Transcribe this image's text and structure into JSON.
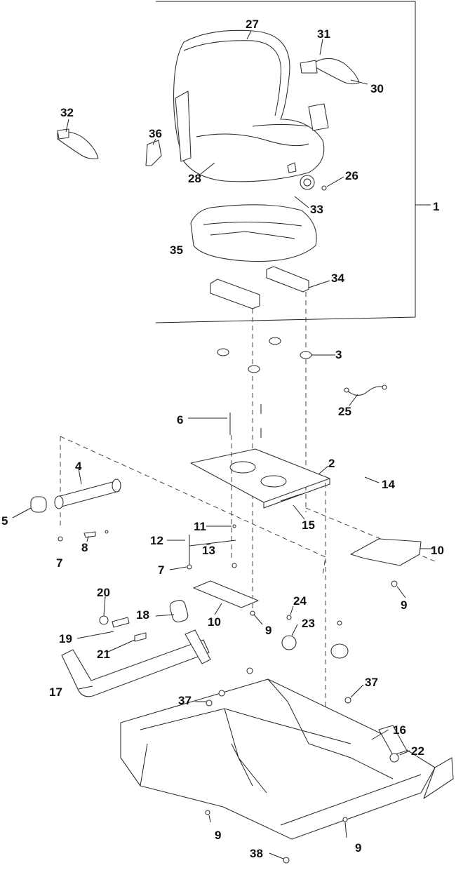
{
  "callouts": [
    {
      "id": "1",
      "text": "1"
    },
    {
      "id": "2",
      "text": "2"
    },
    {
      "id": "3",
      "text": "3"
    },
    {
      "id": "4",
      "text": "4"
    },
    {
      "id": "5",
      "text": "5"
    },
    {
      "id": "6",
      "text": "6"
    },
    {
      "id": "7a",
      "text": "7"
    },
    {
      "id": "7b",
      "text": "7"
    },
    {
      "id": "8",
      "text": "8"
    },
    {
      "id": "9a",
      "text": "9"
    },
    {
      "id": "9b",
      "text": "9"
    },
    {
      "id": "9c",
      "text": "9"
    },
    {
      "id": "9d",
      "text": "9"
    },
    {
      "id": "10a",
      "text": "10"
    },
    {
      "id": "10b",
      "text": "10"
    },
    {
      "id": "11",
      "text": "11"
    },
    {
      "id": "12",
      "text": "12"
    },
    {
      "id": "13",
      "text": "13"
    },
    {
      "id": "14",
      "text": "14"
    },
    {
      "id": "15",
      "text": "15"
    },
    {
      "id": "16",
      "text": "16"
    },
    {
      "id": "17",
      "text": "17"
    },
    {
      "id": "18",
      "text": "18"
    },
    {
      "id": "19",
      "text": "19"
    },
    {
      "id": "20",
      "text": "20"
    },
    {
      "id": "21",
      "text": "21"
    },
    {
      "id": "22",
      "text": "22"
    },
    {
      "id": "23",
      "text": "23"
    },
    {
      "id": "24",
      "text": "24"
    },
    {
      "id": "25",
      "text": "25"
    },
    {
      "id": "26",
      "text": "26"
    },
    {
      "id": "27",
      "text": "27"
    },
    {
      "id": "28",
      "text": "28"
    },
    {
      "id": "30",
      "text": "30"
    },
    {
      "id": "31",
      "text": "31"
    },
    {
      "id": "32",
      "text": "32"
    },
    {
      "id": "33",
      "text": "33"
    },
    {
      "id": "34",
      "text": "34"
    },
    {
      "id": "35",
      "text": "35"
    },
    {
      "id": "36",
      "text": "36"
    },
    {
      "id": "37a",
      "text": "37"
    },
    {
      "id": "37b",
      "text": "37"
    },
    {
      "id": "38",
      "text": "38"
    }
  ]
}
